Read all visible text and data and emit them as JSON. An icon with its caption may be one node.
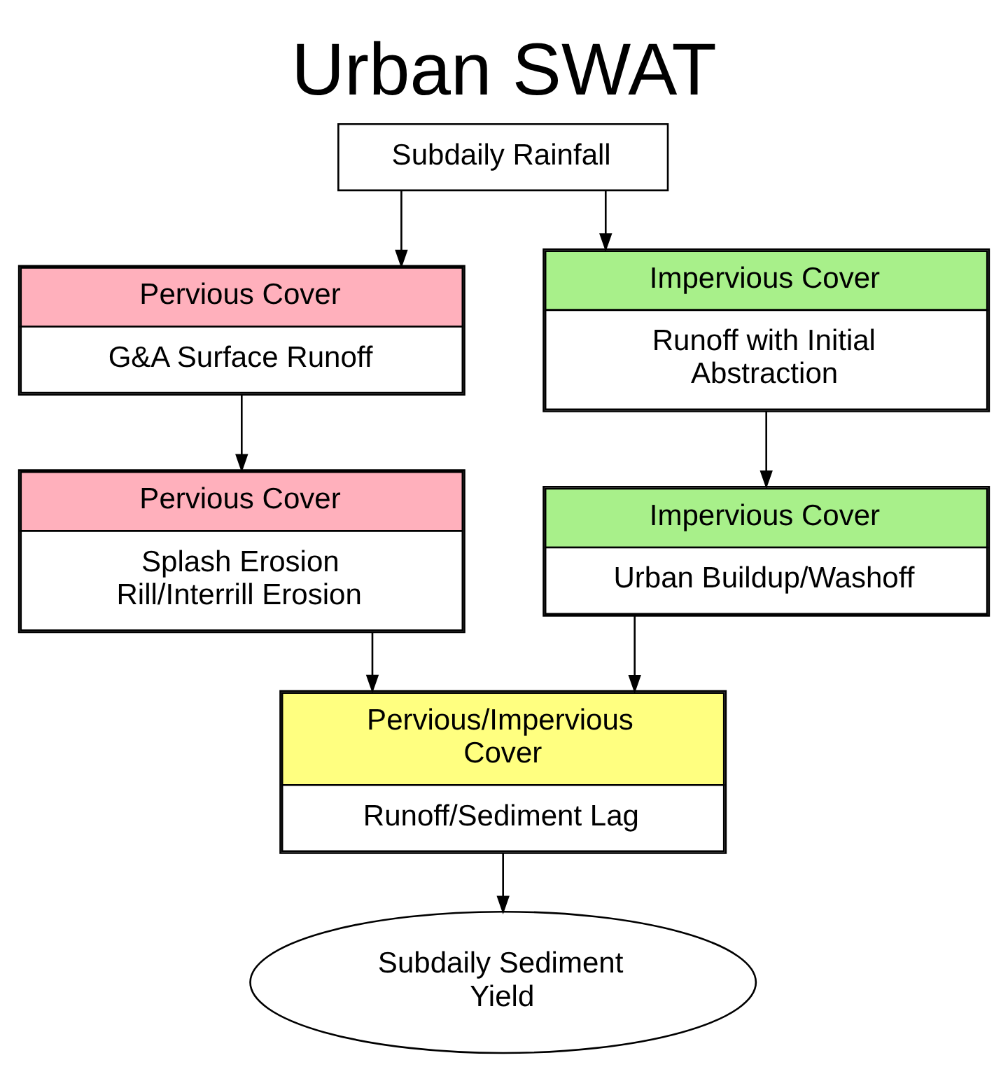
{
  "diagram": {
    "title": "Urban SWAT",
    "nodes": [
      {
        "text": [
          "Subdaily Rainfall"
        ]
      },
      {
        "text": [
          "Pervious Cover",
          "G&A Surface Runoff"
        ]
      },
      {
        "text": [
          "Impervious Cover",
          "Runoff with Initial Abstraction"
        ]
      },
      {
        "text": [
          "Pervious Cover",
          "Splash Erosion Rill/Interrill Erosion"
        ]
      },
      {
        "text": [
          "Impervious Cover",
          "Urban Buildup/Washoff"
        ]
      },
      {
        "text": [
          "Pervious/Impervious Cover",
          "Runoff/Sediment Lag"
        ]
      },
      {
        "text": [
          "Subdaily Sediment Yield"
        ]
      }
    ],
    "edges": [
      {
        "from": 0,
        "to": 1,
        "arrow": "to"
      },
      {
        "from": 0,
        "to": 2,
        "arrow": "to"
      },
      {
        "from": 1,
        "to": 3,
        "arrow": "to"
      },
      {
        "from": 2,
        "to": 4,
        "arrow": "to"
      },
      {
        "from": 3,
        "to": 5,
        "arrow": "to"
      },
      {
        "from": 4,
        "to": 5,
        "arrow": "to"
      },
      {
        "from": 5,
        "to": 6,
        "arrow": "to"
      }
    ]
  }
}
